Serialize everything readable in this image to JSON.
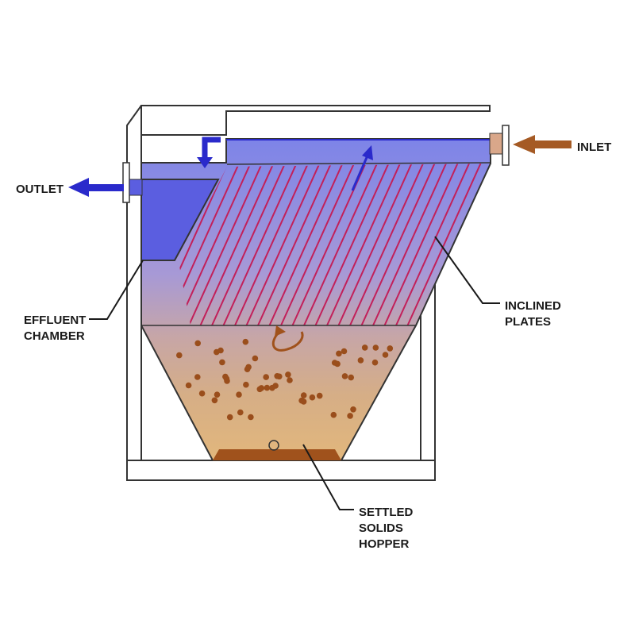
{
  "labels": {
    "inlet": "INLET",
    "outlet": "OUTLET",
    "effluent_chamber": [
      "EFFLUENT",
      "CHAMBER"
    ],
    "inclined_plates": [
      "INCLINED",
      "PLATES"
    ],
    "hopper": [
      "SETTLED",
      "SOLIDS",
      "HOPPER"
    ]
  },
  "colors": {
    "water_blue": "#7f86e6",
    "chamber_blue": "#5b5ee0",
    "flow_arrow_blue": "#2a2acb",
    "plate_red": "#c2205a",
    "sludge_brown": "#a0521c",
    "particle_brown": "#9a4e1c",
    "inlet_arrow_brown": "#a55a24",
    "frame_gray": "#333333"
  },
  "plates": {
    "count": 24
  },
  "particles": {
    "count": 52
  }
}
